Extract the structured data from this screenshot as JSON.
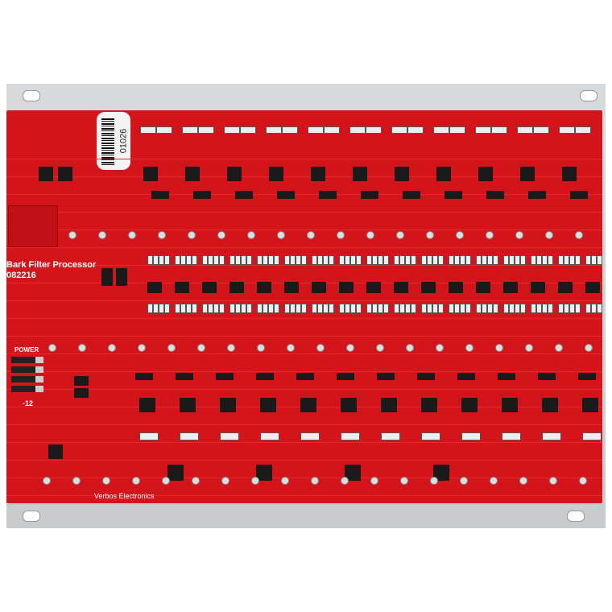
{
  "module": {
    "name": "Bark Filter Processor",
    "revision": "082216",
    "maker": "Verbos Electronics",
    "serial": "01026",
    "power_label": "POWER",
    "power_minus": "-12"
  },
  "colors": {
    "pcb": "#d3141b",
    "panel": "#d0d1d3"
  }
}
